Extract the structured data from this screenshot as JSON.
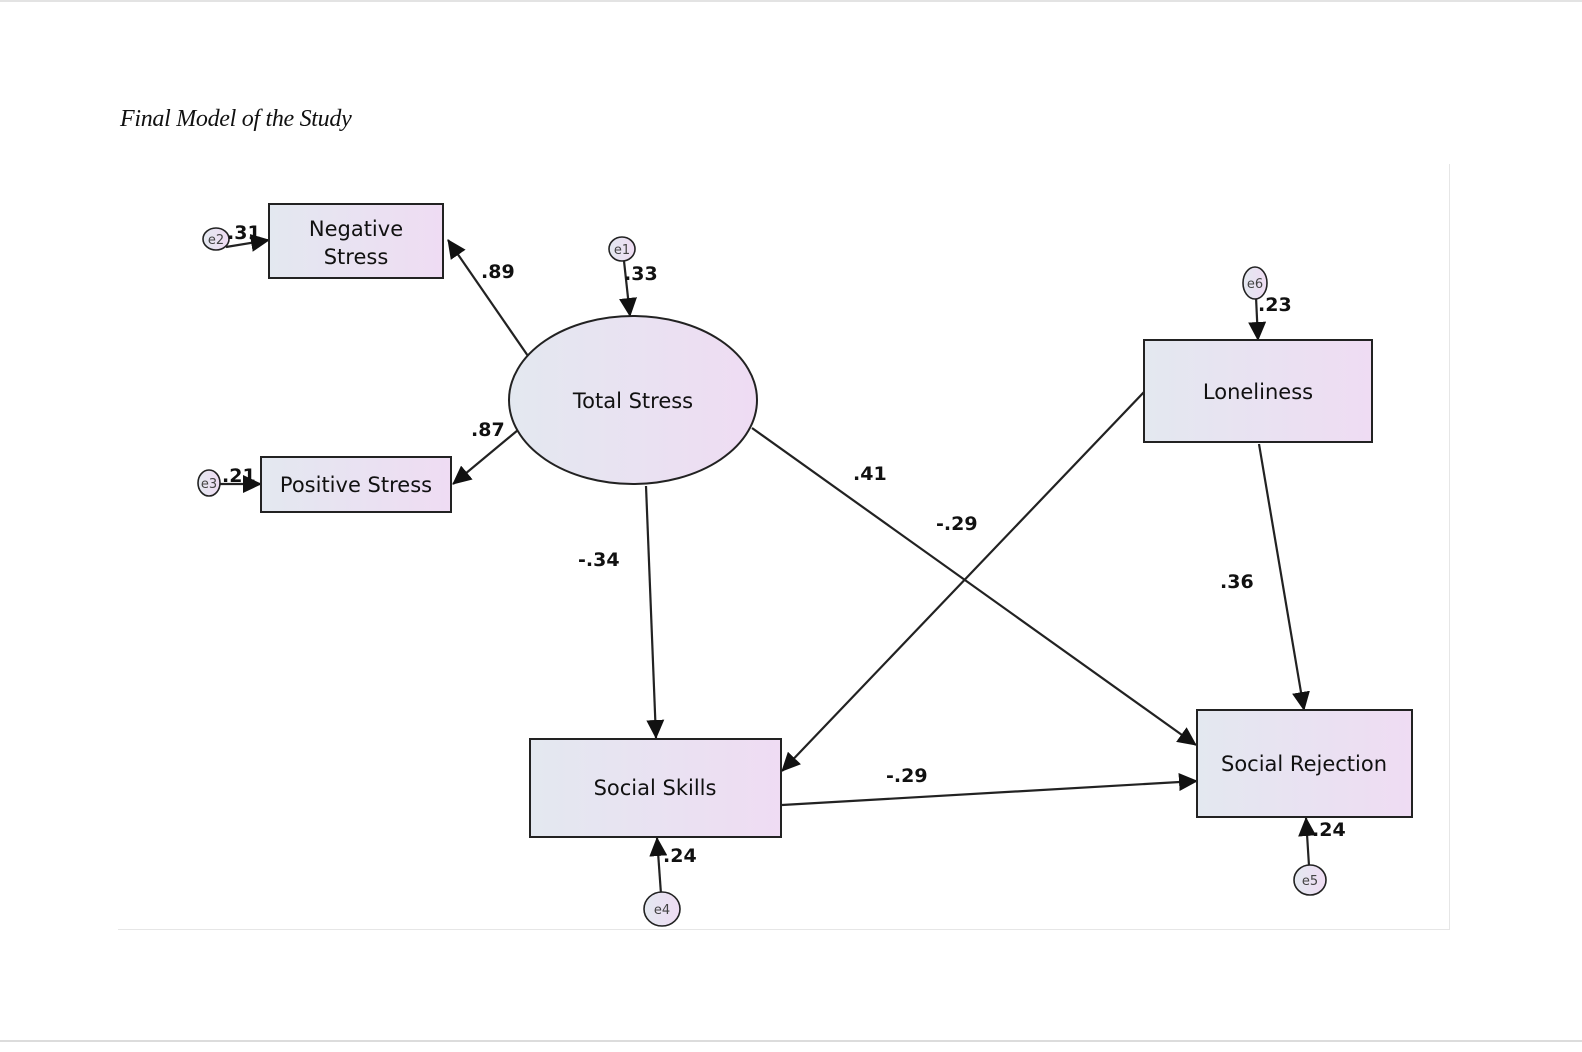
{
  "caption": "Final Model of the Study",
  "nodes": {
    "negative_stress": [
      "Negative",
      "Stress"
    ],
    "positive_stress": "Positive Stress",
    "total_stress": "Total Stress",
    "loneliness": "Loneliness",
    "social_skills": "Social Skills",
    "social_rejection": "Social Rejection"
  },
  "errors": {
    "e1": "e1",
    "e2": "e2",
    "e3": "e3",
    "e4": "e4",
    "e5": "e5",
    "e6": "e6"
  },
  "coefficients": {
    "total_to_negative": ".89",
    "total_to_positive": ".87",
    "total_to_skills": "-.34",
    "total_to_rejection": ".41",
    "loneliness_to_skills": "-.29",
    "loneliness_to_rejection": ".36",
    "skills_to_rejection": "-.29",
    "r2_negative": ".31",
    "r2_positive": ".21",
    "r2_total": ".33",
    "r2_loneliness": ".23",
    "r2_skills": ".24",
    "r2_rejection": ".24"
  },
  "colors": {
    "node_fill_start": "#e3e8f0",
    "node_fill_end": "#efdcf3",
    "stroke": "#222222"
  }
}
